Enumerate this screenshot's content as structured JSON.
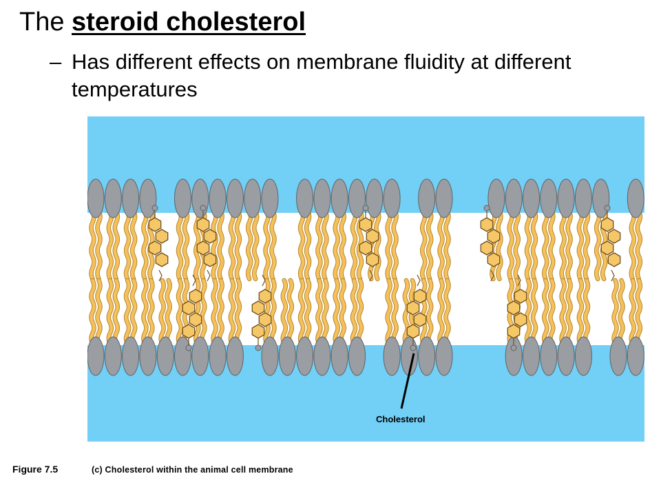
{
  "slide": {
    "title_prefix": "The ",
    "title_emphasis": "steroid cholesterol",
    "bullet_dash": "–",
    "bullet_text": "Has different effects on membrane fluidity at different temperatures"
  },
  "figure": {
    "number": "Figure 7.5",
    "caption": "(c) Cholesterol  within the animal cell membrane",
    "callout_label": "Cholesterol",
    "colors": {
      "water": "#72cff5",
      "core": "#ffffff",
      "head": "#9a9ea3",
      "head_outline": "#5e6266",
      "tail": "#f5c15c",
      "tail_outline": "#b7862c",
      "cholesterol_fill": "#f6c766",
      "cholesterol_outline": "#6e4e1e"
    }
  }
}
